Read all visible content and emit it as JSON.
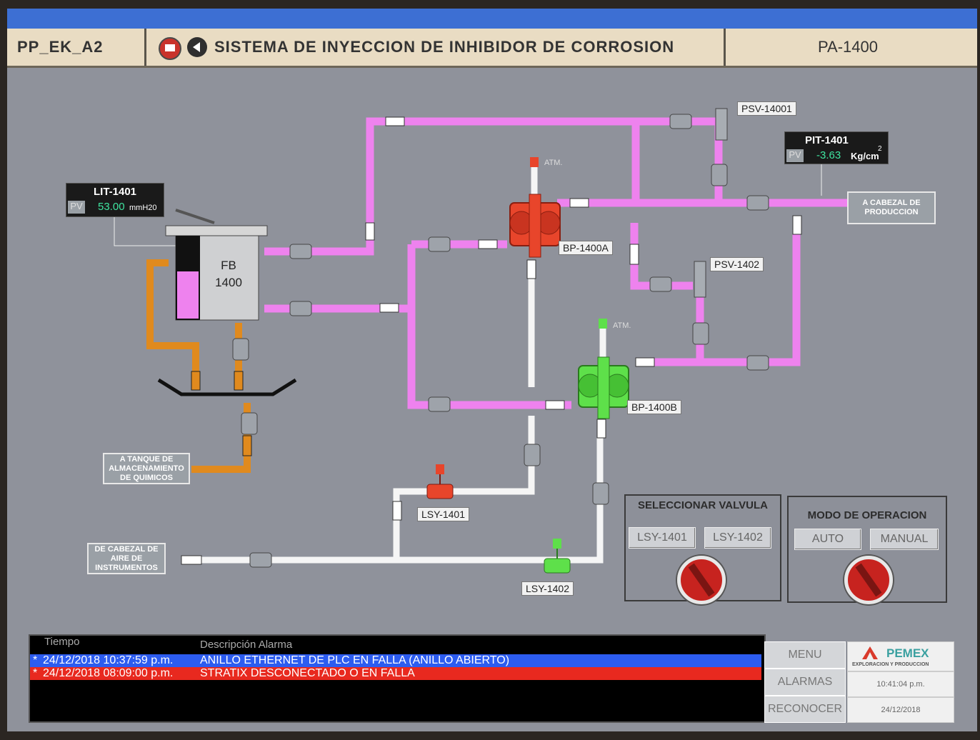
{
  "header": {
    "screen_id": "PP_EK_A2",
    "title": "SISTEMA DE INYECCION DE INHIBIDOR DE CORROSION",
    "area": "PA-1400"
  },
  "tags": {
    "psv_14001": "PSV-14001",
    "psv_1402": "PSV-1402",
    "bp_1400a": "BP-1400A",
    "bp_1400b": "BP-1400B",
    "lsy_1401": "LSY-1401",
    "lsy_1402": "LSY-1402",
    "atm_a": "ATM.",
    "atm_b": "ATM."
  },
  "tank": {
    "line1": "FB",
    "line2": "1400"
  },
  "lit": {
    "name": "LIT-1401",
    "pv_label": "PV",
    "value": "53.00",
    "unit": "mmH20"
  },
  "pit": {
    "name": "PIT-1401",
    "pv_label": "PV",
    "value": "-3.63",
    "unit": "Kg/cm",
    "unit_sup": "2"
  },
  "destinations": {
    "cabezal_produccion": "A CABEZAL DE PRODUCCION",
    "tanque_almacenamiento": "A TANQUE DE ALMACENAMIENTO DE QUIMICOS",
    "cabezal_aire": "DE CABEZAL DE AIRE DE INSTRUMENTOS"
  },
  "valve_panel": {
    "title": "SELECCIONAR VALVULA",
    "btn1": "LSY-1401",
    "btn2": "LSY-1402"
  },
  "mode_panel": {
    "title": "MODO DE OPERACION",
    "btn1": "AUTO",
    "btn2": "MANUAL"
  },
  "alarms": {
    "col_time": "Tiempo",
    "col_desc": "Descripción Alarma",
    "rows": [
      {
        "time": "24/12/2018 10:37:59 p.m.",
        "desc": "ANILLO ETHERNET DE PLC EN FALLA (ANILLO ABIERTO)",
        "color": "#2c5cf0"
      },
      {
        "time": "24/12/2018 08:09:00 p.m.",
        "desc": "STRATIX DESCONECTADO O EN FALLA",
        "color": "#e8291f"
      }
    ]
  },
  "side_menu": {
    "menu": "MENU",
    "alarmas": "ALARMAS",
    "reconocer": "RECONOCER"
  },
  "logo": {
    "name": "PEMEX",
    "subtitle": "EXPLORACION Y PRODUCCION"
  },
  "clock": {
    "time": "10:41:04 p.m.",
    "date": "24/12/2018"
  },
  "colors": {
    "pipe_chem": "#ee82ee",
    "pipe_air": "#f5f5f5",
    "pipe_drain": "#e08a1e",
    "pump_a": "#e8452b",
    "pump_b": "#5ee04a"
  }
}
